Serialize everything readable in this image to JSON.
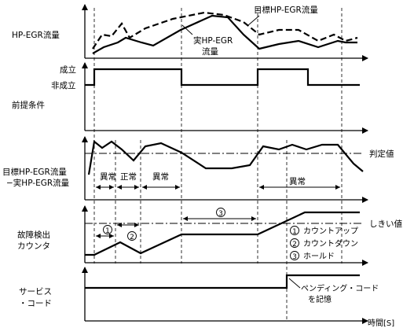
{
  "panels": {
    "flow": {
      "label_line1": "HP-EGR流量",
      "target_legend": "目標HP-EGR流量",
      "actual_legend_line1": "実HP-EGR",
      "actual_legend_line2": "流量"
    },
    "precondition": {
      "label": "前提条件",
      "level_on": "成立",
      "level_off": "非成立"
    },
    "difference": {
      "label_line1": "目標HP-EGR流量",
      "label_line2": "−実HP-EGR流量",
      "threshold_label": "判定値",
      "abnormal": "異常",
      "normal": "正常"
    },
    "counter": {
      "label_line1": "故障検出",
      "label_line2": "カウンタ",
      "threshold_label": "しきい値",
      "mark_1": "1",
      "mark_2": "2",
      "mark_3": "3",
      "legend": [
        {
          "num": "1",
          "text": "カウントアップ"
        },
        {
          "num": "2",
          "text": "カウントダウン"
        },
        {
          "num": "3",
          "text": "ホールド"
        }
      ]
    },
    "service": {
      "label_line1": "サービス",
      "label_line2": "・コード",
      "annotation_line1": "ペンディング・コード",
      "annotation_line2": "を記憶"
    }
  },
  "x_axis_label": "時間[S]"
}
